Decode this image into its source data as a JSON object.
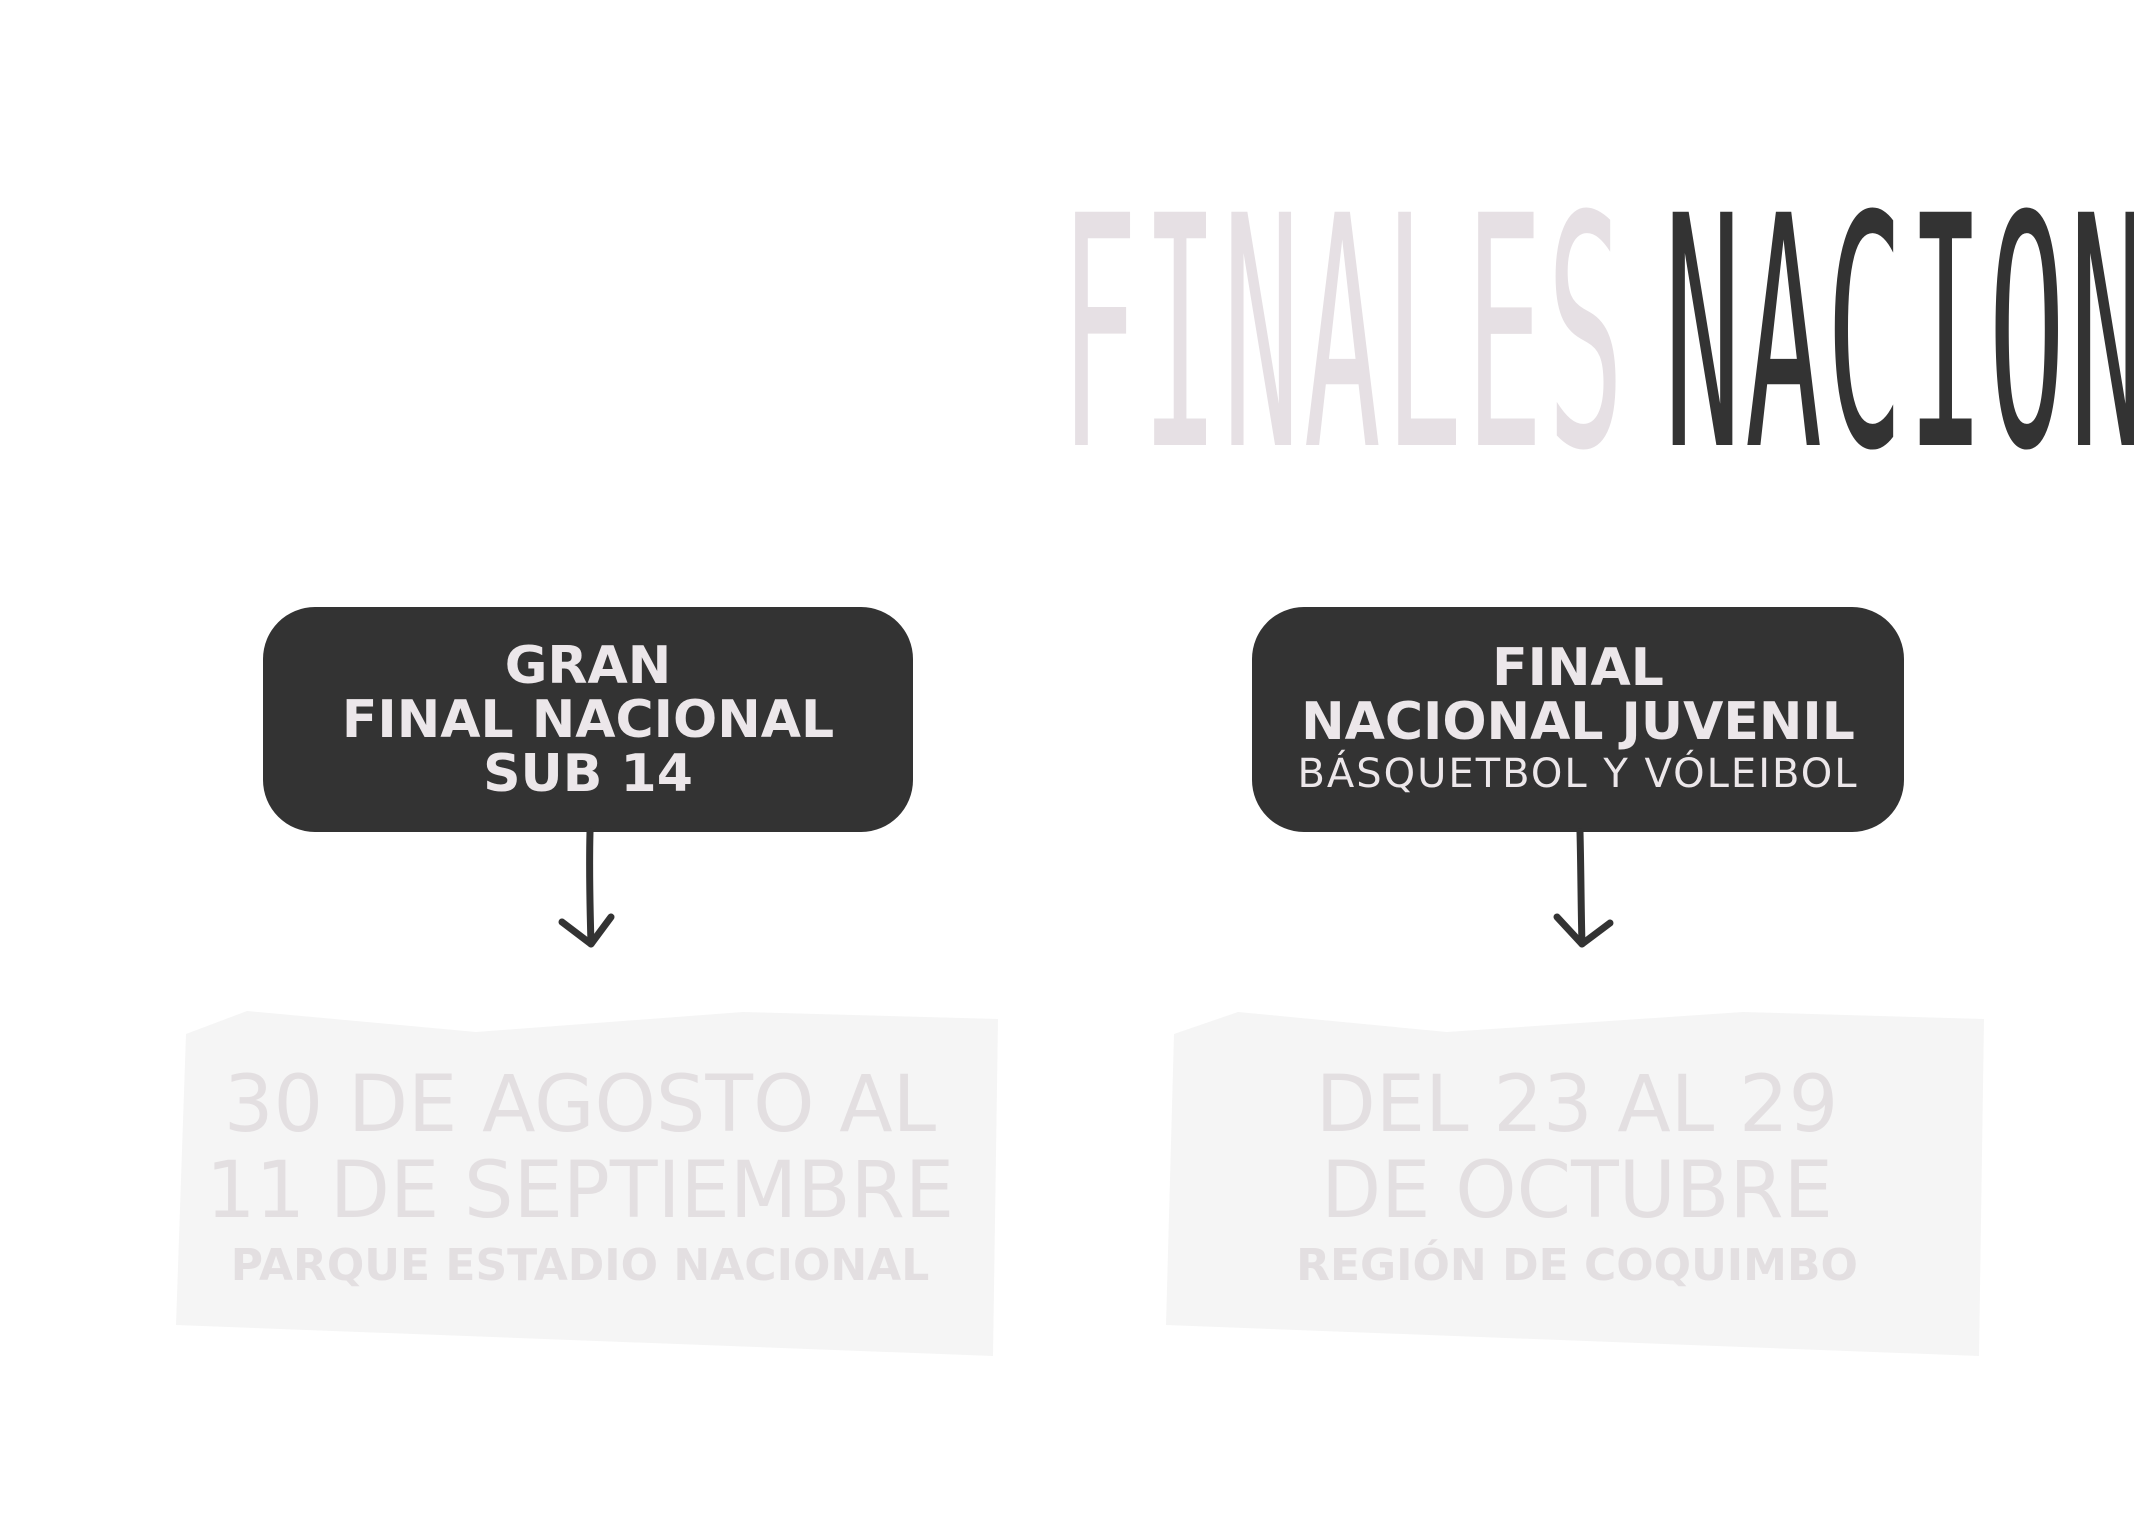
{
  "title": {
    "light": "FINALES",
    "dark": "NACIONALES"
  },
  "cards": [
    {
      "lines": [
        "GRAN",
        "FINAL NACIONAL",
        "SUB 14"
      ],
      "subline": ""
    },
    {
      "lines": [
        "FINAL",
        "NACIONAL JUVENIL"
      ],
      "subline": "BÁSQUETBOL Y VÓLEIBOL"
    }
  ],
  "dates": [
    {
      "line1": "30 DE AGOSTO AL",
      "line2": "11 DE SEPTIEMBRE",
      "place": "PARQUE ESTADIO NACIONAL"
    },
    {
      "line1": "DEL 23 AL 29",
      "line2": "DE OCTUBRE",
      "place": "REGIÓN DE COQUIMBO"
    }
  ],
  "colors": {
    "dark": "#333333",
    "light_title": "#e6e0e4",
    "card_text": "#ece7ea",
    "panel_bg": "#f5f5f5",
    "date_text": "#e3dfe1"
  },
  "icons": [
    "arrow-down-icon",
    "arrow-down-icon"
  ]
}
